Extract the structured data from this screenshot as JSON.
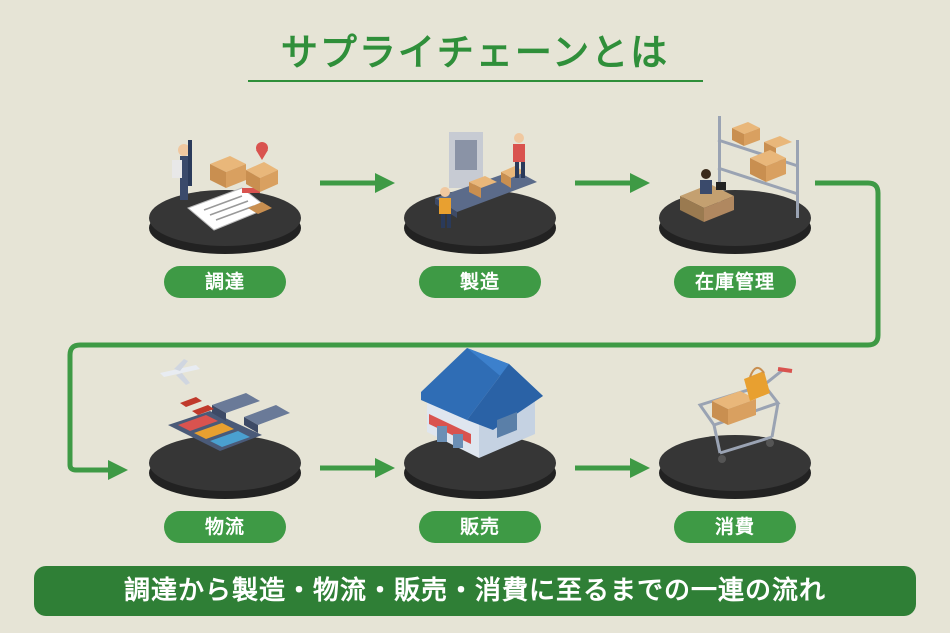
{
  "title": "サプライチェーンとは",
  "stages": [
    {
      "label": "調達",
      "icon": "procurement-illustration-icon"
    },
    {
      "label": "製造",
      "icon": "factory-conveyor-illustration-icon"
    },
    {
      "label": "在庫管理",
      "icon": "warehouse-shelves-illustration-icon"
    },
    {
      "label": "物流",
      "icon": "logistics-transport-illustration-icon"
    },
    {
      "label": "販売",
      "icon": "store-building-illustration-icon"
    },
    {
      "label": "消費",
      "icon": "shopping-cart-illustration-icon"
    }
  ],
  "footer": "調達から製造・物流・販売・消費に至るまでの一連の流れ",
  "colors": {
    "accent": "#3e9a45",
    "dark_green": "#2f7f36",
    "background": "#e6e4d6",
    "disc": "#2e2e2e"
  }
}
